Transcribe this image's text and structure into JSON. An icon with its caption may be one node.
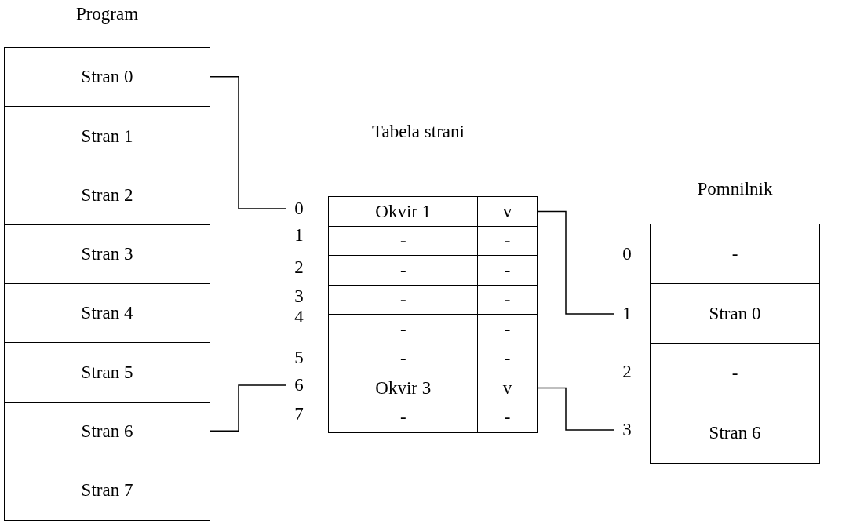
{
  "diagram": {
    "nodes": [
      {
        "text": [
          "Program"
        ]
      },
      {
        "text": [
          "Stran 0"
        ],
        "in": 0
      },
      {
        "text": [
          "Stran 1"
        ],
        "in": 0
      },
      {
        "text": [
          "Stran 2"
        ],
        "in": 0
      },
      {
        "text": [
          "Stran 3"
        ],
        "in": 0
      },
      {
        "text": [
          "Stran 4"
        ],
        "in": 0
      },
      {
        "text": [
          "Stran 5"
        ],
        "in": 0
      },
      {
        "text": [
          "Stran 6"
        ],
        "in": 0
      },
      {
        "text": [
          "Stran 7"
        ],
        "in": 0
      },
      {
        "text": [
          "0"
        ]
      },
      {
        "text": [
          "6"
        ]
      },
      {
        "text": [
          "Tabela strani"
        ]
      },
      {
        "text": [
          "Okvir 1"
        ],
        "in": 11
      },
      {
        "text": [
          "v"
        ],
        "in": 11
      },
      {
        "text": [
          "-"
        ],
        "in": 11
      },
      {
        "text": [
          "-"
        ],
        "in": 11
      },
      {
        "text": [
          "-"
        ],
        "in": 11
      },
      {
        "text": [
          "-"
        ],
        "in": 11
      },
      {
        "text": [
          "-"
        ],
        "in": 11
      },
      {
        "text": [
          "-"
        ],
        "in": 11
      },
      {
        "text": [
          "-"
        ],
        "in": 11
      },
      {
        "text": [
          "-"
        ],
        "in": 11
      },
      {
        "text": [
          "-"
        ],
        "in": 11
      },
      {
        "text": [
          "-"
        ],
        "in": 11
      },
      {
        "text": [
          "Okvir 3"
        ],
        "in": 11
      },
      {
        "text": [
          "v"
        ],
        "in": 11
      },
      {
        "text": [
          "-"
        ],
        "in": 11
      },
      {
        "text": [
          "-"
        ],
        "in": 11
      },
      {
        "text": [
          "1"
        ]
      },
      {
        "text": [
          "3"
        ]
      },
      {
        "text": [
          "Pomnilnik"
        ]
      },
      {
        "text": [
          "-"
        ],
        "in": 30
      },
      {
        "text": [
          "Stran 0"
        ],
        "in": 30
      },
      {
        "text": [
          "-"
        ],
        "in": 30
      },
      {
        "text": [
          "Stran 6"
        ],
        "in": 30
      }
    ],
    "edges": [
      {
        "from": 1,
        "to": 9,
        "arrow": "none"
      },
      {
        "from": 7,
        "to": 10,
        "arrow": "none"
      },
      {
        "from": 13,
        "to": 28,
        "arrow": "none"
      },
      {
        "from": 25,
        "to": 29,
        "arrow": "none"
      }
    ],
    "labels": [
      "1",
      "2",
      "3",
      "4",
      "5",
      "7",
      "0",
      "2"
    ]
  }
}
